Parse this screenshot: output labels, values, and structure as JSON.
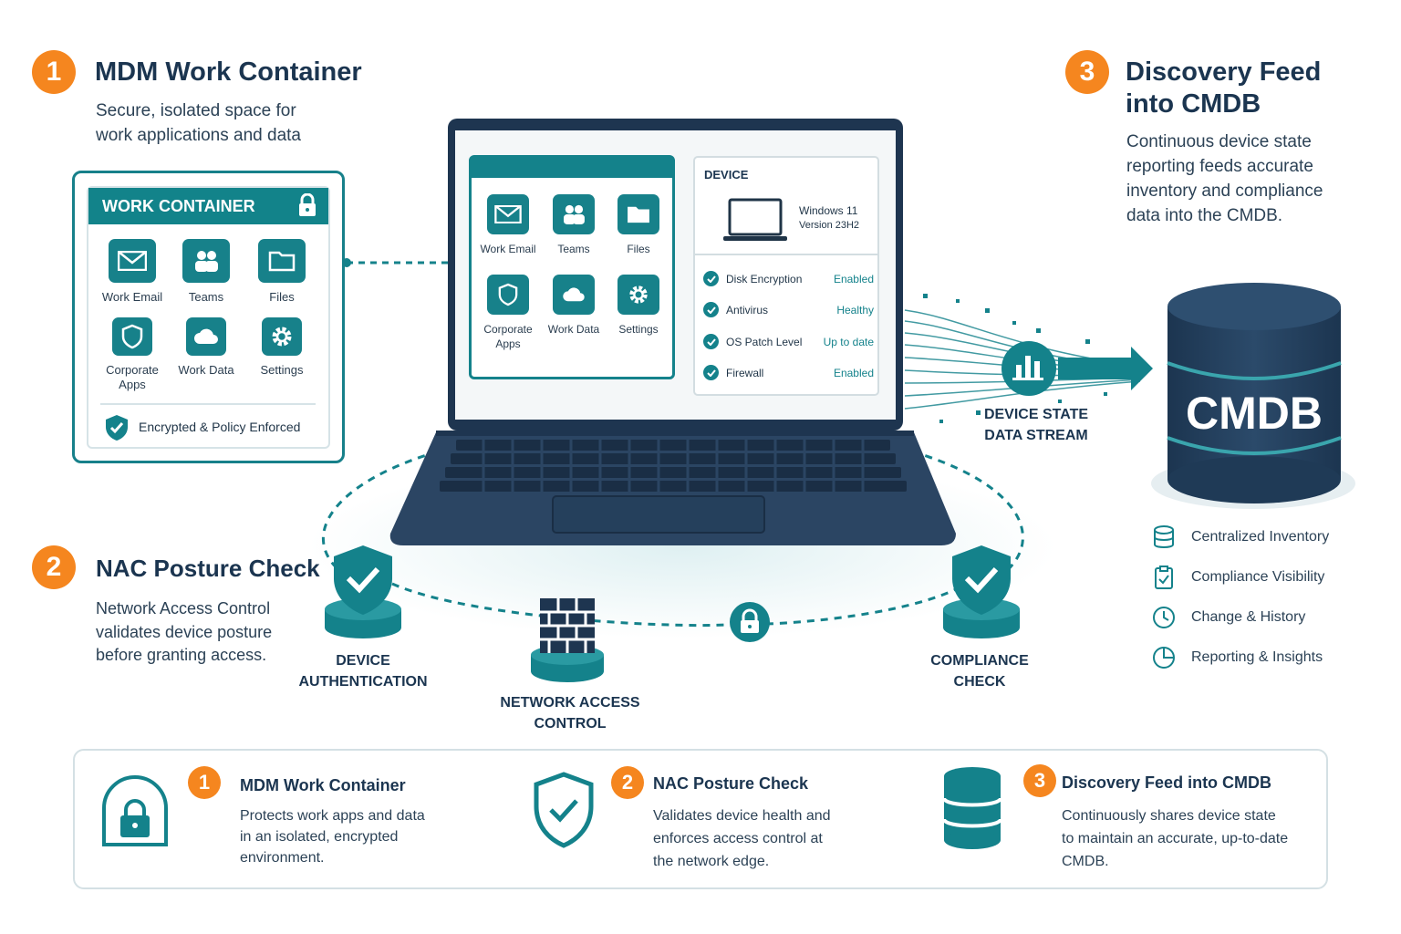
{
  "section1": {
    "num": "1",
    "title": "MDM Work Container",
    "desc_line1": "Secure, isolated space for",
    "desc_line2": "work applications and data"
  },
  "section2": {
    "num": "2",
    "title": "NAC Posture Check",
    "desc_line1": "Network Access Control",
    "desc_line2": "validates device posture",
    "desc_line3": "before granting access."
  },
  "section3": {
    "num": "3",
    "title_line1": "Discovery Feed",
    "title_line2": "into CMDB",
    "desc_line1": "Continuous device state",
    "desc_line2": "reporting feeds accurate",
    "desc_line3": "inventory and compliance",
    "desc_line4": "data into the CMDB."
  },
  "work_container": {
    "header": "WORK CONTAINER",
    "apps": [
      {
        "label": "Work Email",
        "icon": "mail-icon"
      },
      {
        "label": "Teams",
        "icon": "people-icon"
      },
      {
        "label": "Files",
        "icon": "folder-icon"
      },
      {
        "label_line1": "Corporate",
        "label_line2": "Apps",
        "icon": "shield-icon"
      },
      {
        "label": "Work Data",
        "icon": "cloud-icon"
      },
      {
        "label": "Settings",
        "icon": "gear-icon"
      }
    ],
    "footer": "Encrypted & Policy Enforced"
  },
  "laptop": {
    "apps": [
      {
        "label": "Work Email"
      },
      {
        "label": "Teams"
      },
      {
        "label": "Files"
      },
      {
        "label_line1": "Corporate",
        "label_line2": "Apps"
      },
      {
        "label": "Work Data"
      },
      {
        "label": "Settings"
      }
    ],
    "device": {
      "header": "DEVICE",
      "os_line1": "Windows 11",
      "os_line2": "Version 23H2",
      "statuses": [
        {
          "name": "Disk Encryption",
          "value": "Enabled"
        },
        {
          "name": "Antivirus",
          "value": "Healthy"
        },
        {
          "name": "OS Patch Level",
          "value": "Up to date"
        },
        {
          "name": "Firewall",
          "value": "Enabled"
        }
      ]
    }
  },
  "data_stream": {
    "line1": "DEVICE STATE",
    "line2": "DATA STREAM"
  },
  "cmdb": {
    "label": "CMDB",
    "features": [
      "Centralized Inventory",
      "Compliance Visibility",
      "Change & History",
      "Reporting & Insights"
    ]
  },
  "nac_nodes": {
    "device_auth": {
      "line1": "DEVICE",
      "line2": "AUTHENTICATION"
    },
    "network_access": {
      "line1": "NETWORK ACCESS",
      "line2": "CONTROL"
    },
    "compliance": {
      "line1": "COMPLIANCE",
      "line2": "CHECK"
    }
  },
  "summary": [
    {
      "num": "1",
      "title": "MDM Work Container",
      "line1": "Protects work apps and data",
      "line2": "in an isolated, encrypted",
      "line3": "environment."
    },
    {
      "num": "2",
      "title": "NAC Posture Check",
      "line1": "Validates device health and",
      "line2": "enforces access control at",
      "line3": "the network edge."
    },
    {
      "num": "3",
      "title": "Discovery Feed into CMDB",
      "line1": "Continuously shares device state",
      "line2": "to maintain an accurate, up-to-date",
      "line3": "CMDB."
    }
  ],
  "colors": {
    "teal": "#14828b",
    "navy": "#27405b",
    "orange": "#f5861f"
  }
}
